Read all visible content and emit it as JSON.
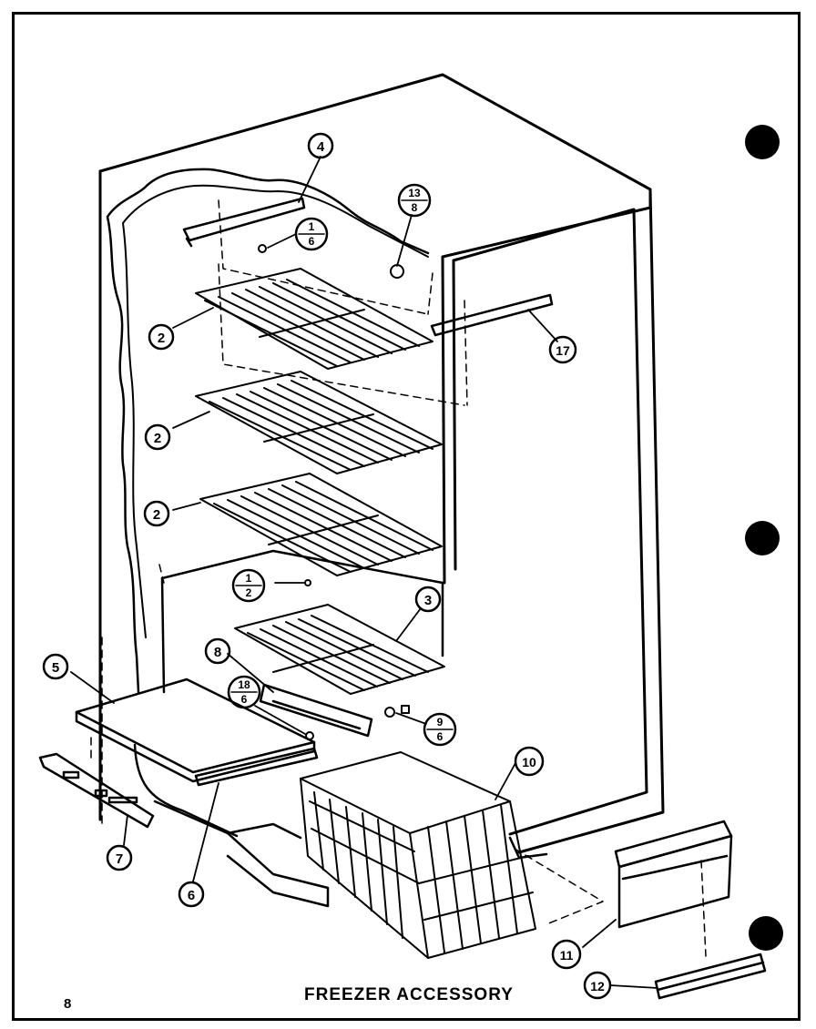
{
  "title": "FREEZER ACCESSORY",
  "page_number": "8",
  "callouts": {
    "c1": {
      "label": "1",
      "sub": "6"
    },
    "c2": {
      "label": "1",
      "sub": "2"
    },
    "c3": {
      "label": "2"
    },
    "c4": {
      "label": "2"
    },
    "c5": {
      "label": "2"
    },
    "c6": {
      "label": "3"
    },
    "c7": {
      "label": "4"
    },
    "c8": {
      "label": "5"
    },
    "c9": {
      "label": "6"
    },
    "c10": {
      "label": "7"
    },
    "c11": {
      "label": "8"
    },
    "c12": {
      "label": "9",
      "sub": "6"
    },
    "c13": {
      "label": "10"
    },
    "c14": {
      "label": "11"
    },
    "c15": {
      "label": "12"
    },
    "c16": {
      "label": "13",
      "sub": "8"
    },
    "c17": {
      "label": "17"
    },
    "c18": {
      "label": "18",
      "sub": "6"
    }
  },
  "parts": [
    "shelf-rail",
    "wire-shelf",
    "small-wire-shelf",
    "crisper-cover",
    "cover-support",
    "control-panel",
    "basket-rail",
    "basket",
    "toe-grille",
    "grille-clip",
    "shelf-stop",
    "cam",
    "rail"
  ],
  "colors": {
    "ink": "#000000",
    "paper": "#ffffff"
  }
}
